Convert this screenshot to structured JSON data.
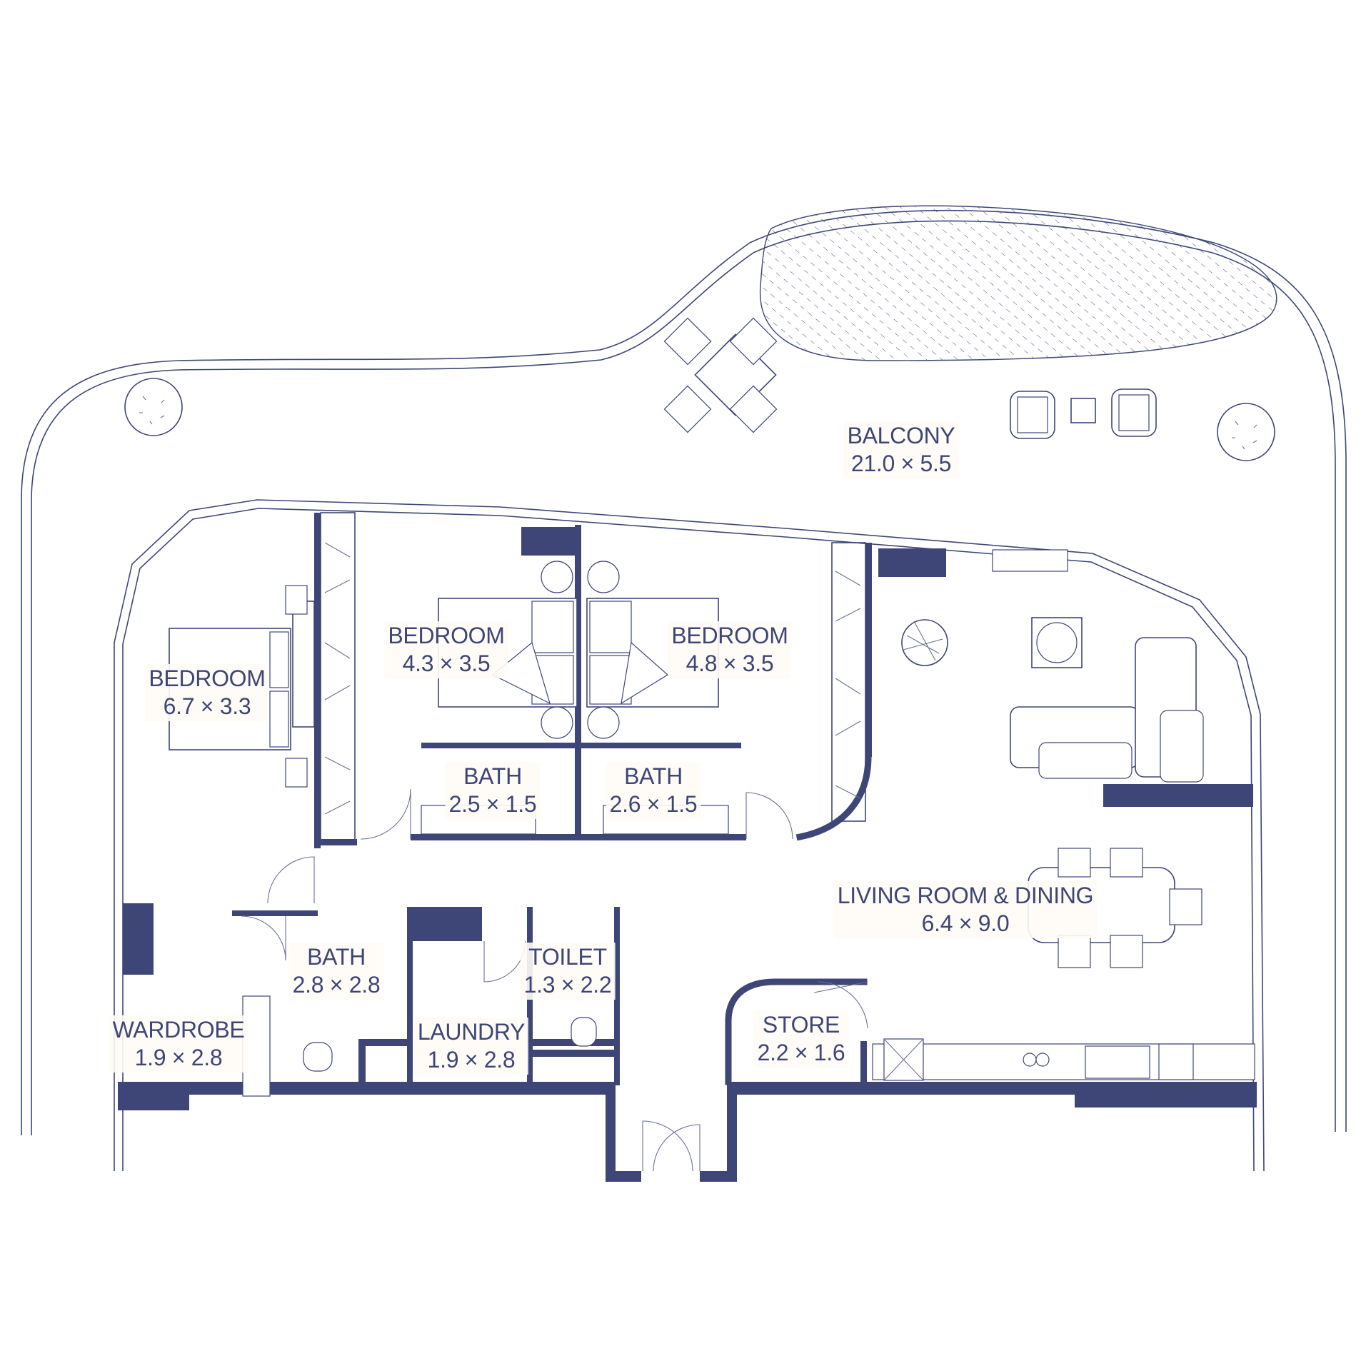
{
  "plan": {
    "colors": {
      "ink": "#3d4677",
      "paper": "#ffffff",
      "label_bg": "#fffcf6"
    },
    "rooms": [
      {
        "id": "balcony",
        "name": "BALCONY",
        "dims": "21.0 × 5.5"
      },
      {
        "id": "bedroom1",
        "name": "BEDROOM",
        "dims": "6.7 × 3.3"
      },
      {
        "id": "bedroom2",
        "name": "BEDROOM",
        "dims": "4.3 × 3.5"
      },
      {
        "id": "bedroom3",
        "name": "BEDROOM",
        "dims": "4.8 × 3.5"
      },
      {
        "id": "bath1",
        "name": "BATH",
        "dims": "2.5 × 1.5"
      },
      {
        "id": "bath2",
        "name": "BATH",
        "dims": "2.6 × 1.5"
      },
      {
        "id": "bath3",
        "name": "BATH",
        "dims": "2.8 × 2.8"
      },
      {
        "id": "toilet",
        "name": "TOILET",
        "dims": "1.3 × 2.2"
      },
      {
        "id": "laundry",
        "name": "LAUNDRY",
        "dims": "1.9 × 2.8"
      },
      {
        "id": "wardrobe",
        "name": "WARDROBE",
        "dims": "1.9 × 2.8"
      },
      {
        "id": "store",
        "name": "STORE",
        "dims": "2.2 × 1.6"
      },
      {
        "id": "living",
        "name": "LIVING ROOM & DINING",
        "dims": "6.4 × 9.0"
      }
    ]
  }
}
